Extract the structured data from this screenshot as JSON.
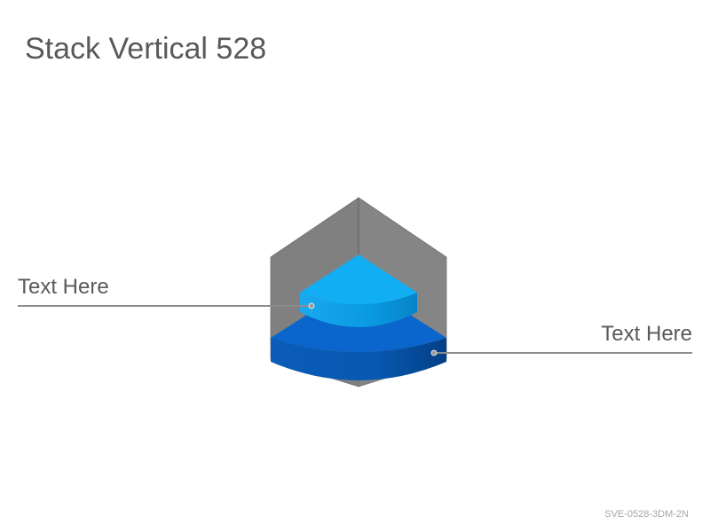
{
  "title": "Stack Vertical 528",
  "labels": {
    "left": "Text Here",
    "right": "Text Here"
  },
  "footer": {
    "code": "SVE-0528-3DM-2N"
  },
  "colors": {
    "text": "#595959",
    "backdrop": "#808080",
    "top_tier": "#0ea8f0",
    "bottom_tier": "#0a64c8",
    "leader_line": "#8c8c8c"
  }
}
